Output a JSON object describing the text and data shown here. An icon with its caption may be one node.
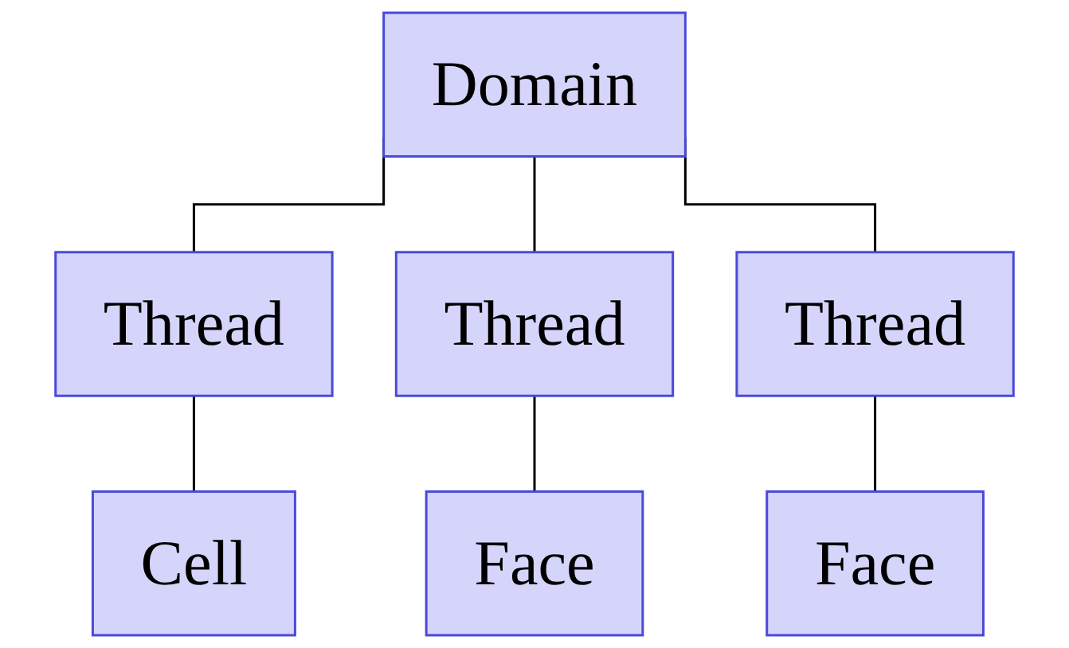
{
  "diagram": {
    "nodes": [
      {
        "text": [
          "Domain"
        ]
      },
      {
        "text": [
          "Thread"
        ]
      },
      {
        "text": [
          "Thread"
        ]
      },
      {
        "text": [
          "Thread"
        ]
      },
      {
        "text": [
          "Cell"
        ]
      },
      {
        "text": [
          "Face"
        ]
      },
      {
        "text": [
          "Face"
        ]
      }
    ],
    "edges": [
      {
        "from": 0,
        "to": 1,
        "arrow": "none"
      },
      {
        "from": 0,
        "to": 2,
        "arrow": "none"
      },
      {
        "from": 0,
        "to": 3,
        "arrow": "none"
      },
      {
        "from": 1,
        "to": 4,
        "arrow": "none"
      },
      {
        "from": 2,
        "to": 5,
        "arrow": "none"
      },
      {
        "from": 3,
        "to": 6,
        "arrow": "none"
      }
    ]
  }
}
